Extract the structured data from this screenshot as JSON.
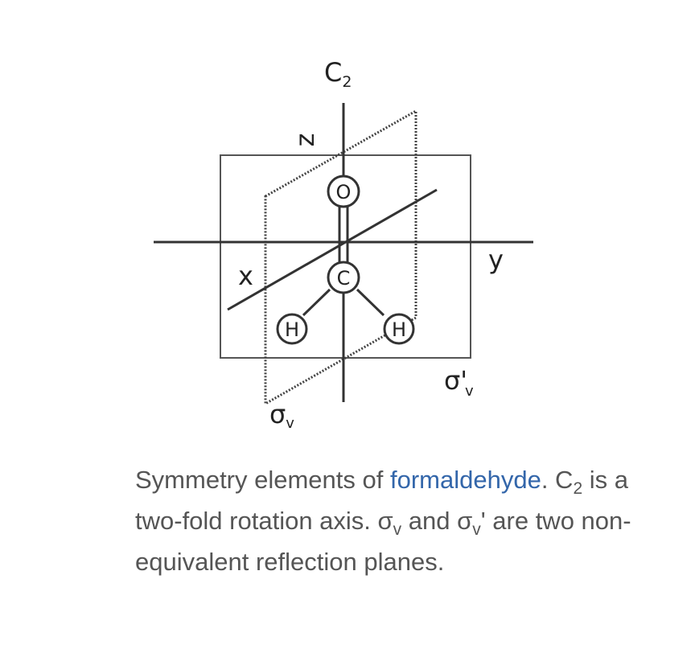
{
  "diagram": {
    "axis_labels": {
      "rotation_axis": "C",
      "rotation_axis_sub": "2",
      "z": "z",
      "x": "x",
      "y": "y"
    },
    "plane_labels": {
      "sigma_v": "σ",
      "sigma_v_sub": "v",
      "sigma_v_prime": "σ'",
      "sigma_v_prime_sub": "v"
    },
    "atoms": {
      "oxygen": "O",
      "carbon": "C",
      "hydrogen_left": "H",
      "hydrogen_right": "H"
    }
  },
  "caption": {
    "part1": "Symmetry elements of ",
    "link": "formaldehyde",
    "part2": ". C",
    "sub1": "2",
    "part3": " is a two-fold rotation axis. σ",
    "sub2": "v",
    "part4": " and σ",
    "sub3": "v",
    "part5": "' are two non-equivalent reflection planes."
  }
}
